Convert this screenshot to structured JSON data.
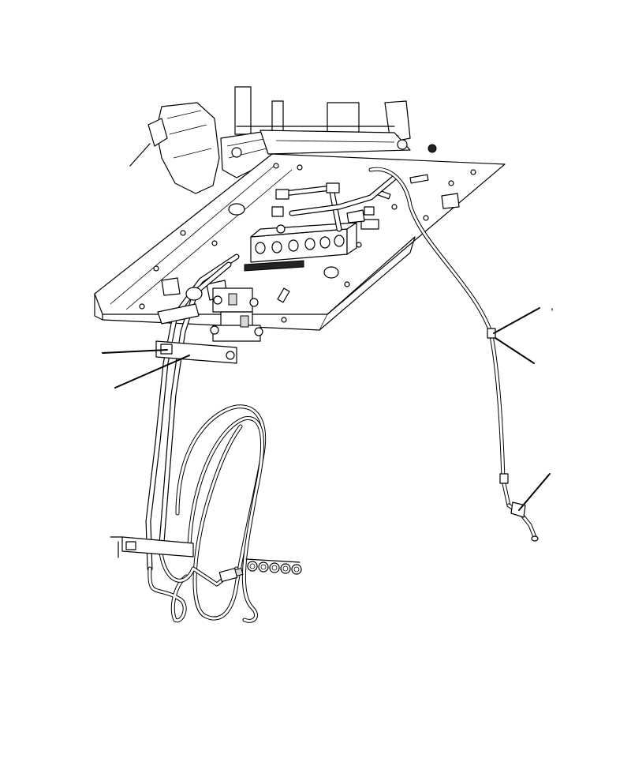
{
  "figure": {
    "stray_mark": ",",
    "leader_lines": [
      "leader-1",
      "leader-2",
      "leader-3",
      "leader-4",
      "leader-5"
    ]
  }
}
